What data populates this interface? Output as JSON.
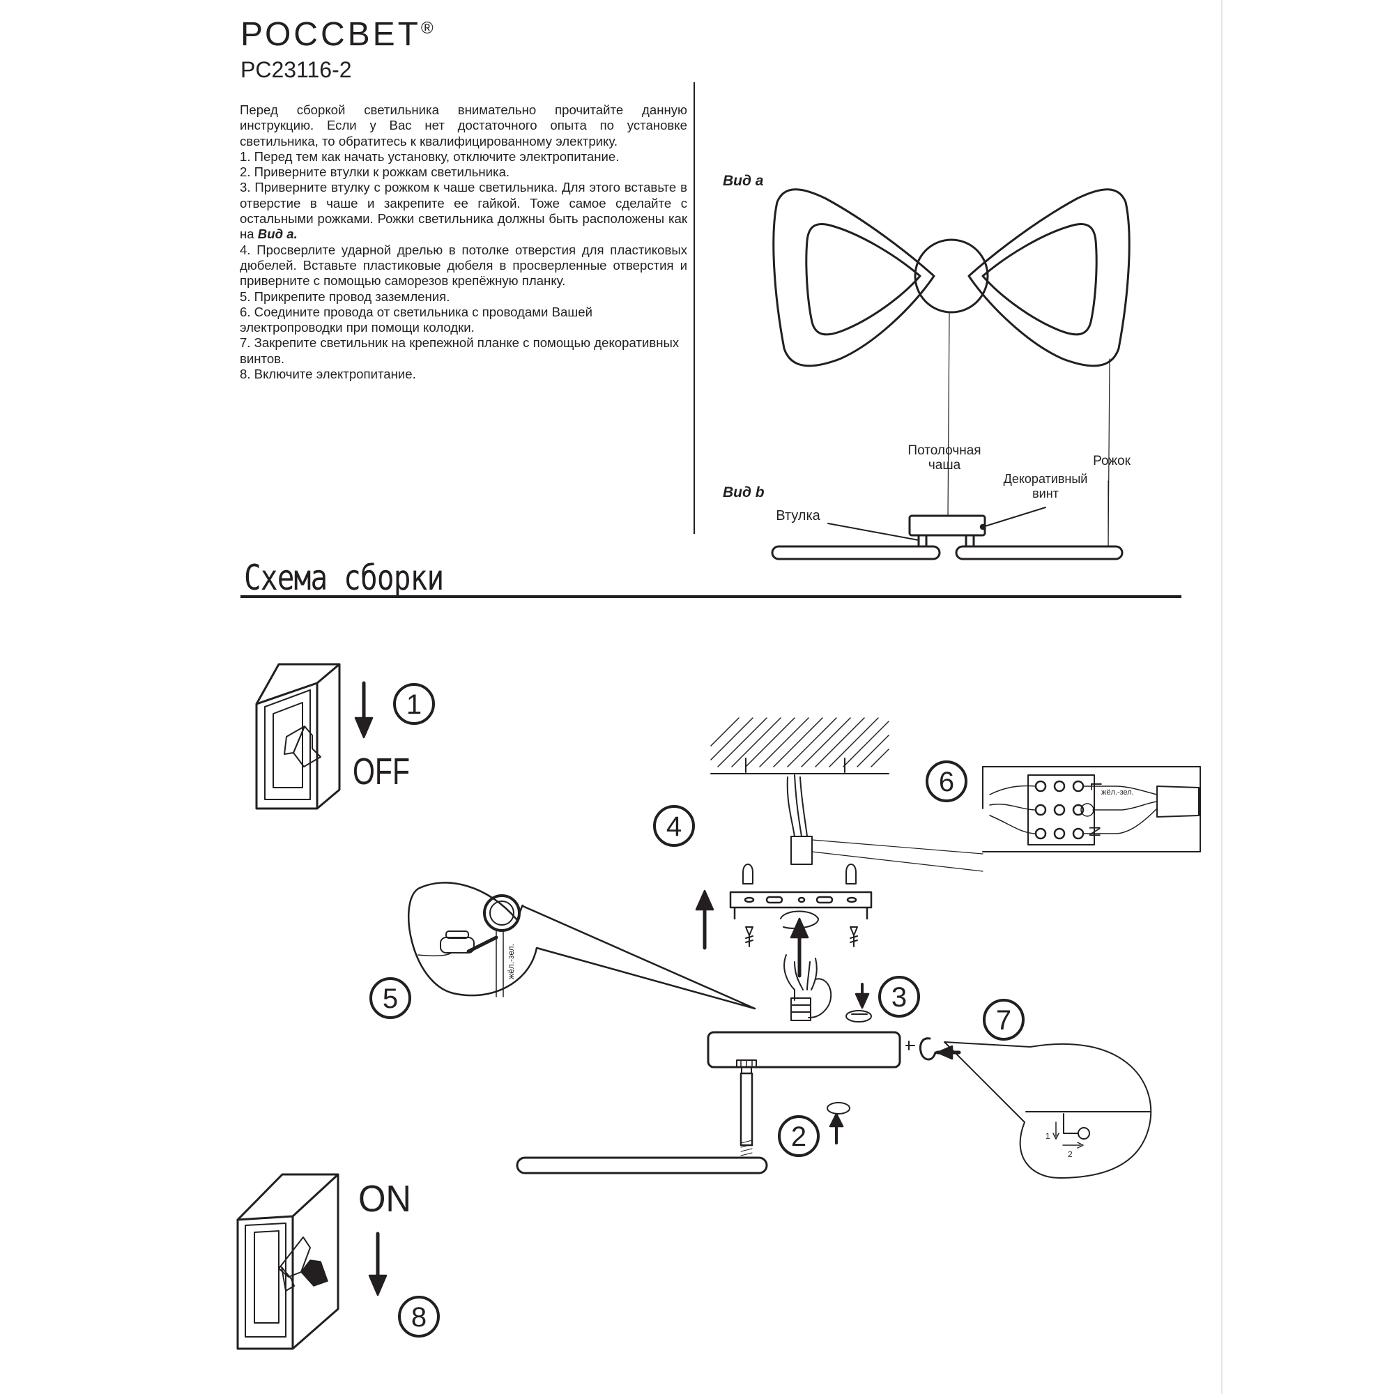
{
  "brand": {
    "name": "РОССВЕТ",
    "reg": "®"
  },
  "model": "PC23116-2",
  "instructions": {
    "intro": "Перед сборкой светильника внимательно прочитайте данную инструкцию. Если у Вас нет достаточного опыта по установке светильника, то обратитесь к квалифицированному электрику.",
    "step1": "1. Перед тем как начать установку, отключите электропитание.",
    "step2": "2. Приверните втулки к рожкам светильника.",
    "step3_text": "3. Приверните втулку с рожком к чаше светильника. Для этого вставьте в отверстие в чаше и закрепите ее гайкой. Тоже самое сделайте с остальными рожками. Рожки светильника должны быть расположены как на",
    "step3_ref": "Вид а.",
    "step4": "4. Просверлите ударной дрелью в потолке отверстия для пластиковых дюбелей. Вставьте пластиковые дюбеля в просверленные отверстия и приверните с помощью саморезов крепёжную планку.",
    "step5": "5. Прикрепите провод заземления.",
    "step6": "6. Соедините провода от светильника с проводами Вашей электропроводки при помощи колодки.",
    "step7": "7. Закрепите светильник на крепежной планке с помощью декоративных винтов.",
    "step8": "8. Включите электропитание."
  },
  "views": {
    "view_a": "Вид а",
    "view_b": "Вид b",
    "label_ceiling_bowl_1": "Потолочная",
    "label_ceiling_bowl_2": "чаша",
    "label_arm": "Рожок",
    "label_screw_1": "Декоративный",
    "label_screw_2": "винт",
    "label_sleeve": "Втулка"
  },
  "assembly": {
    "title": "Схема сборки",
    "off_label": "OFF",
    "on_label": "ON",
    "steps": [
      "1",
      "2",
      "3",
      "4",
      "5",
      "6",
      "7",
      "8"
    ],
    "wire_label": "жёл.-зел.",
    "terminal_L": "L",
    "terminal_N": "N",
    "detail7_num1": "1",
    "detail7_num2": "2"
  },
  "colors": {
    "ink": "#231f20",
    "background": "#ffffff"
  }
}
